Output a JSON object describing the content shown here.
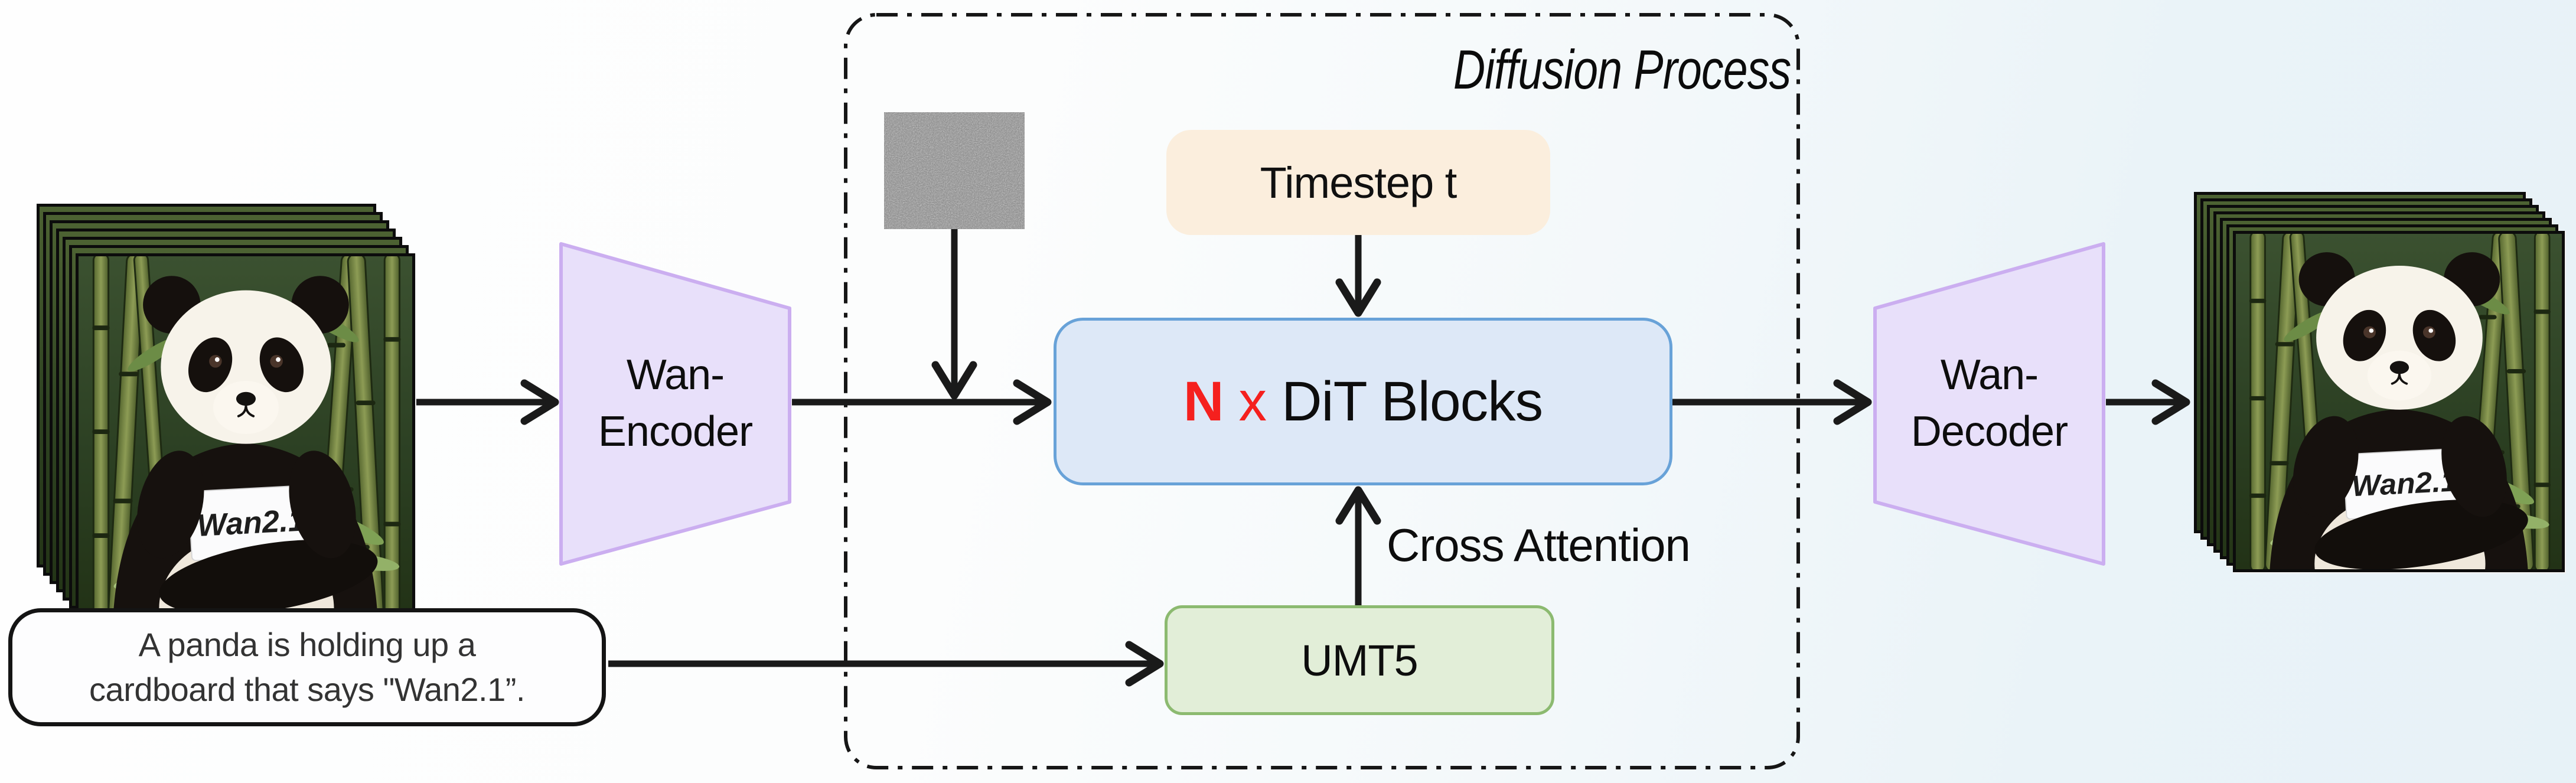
{
  "title": "Diffusion Process",
  "prompt_box": {
    "line1": "A panda is holding up a",
    "line2": "cardboard that says \"Wan2.1”."
  },
  "encoder": {
    "line1": "Wan-",
    "line2": "Encoder"
  },
  "decoder": {
    "line1": "Wan-",
    "line2": "Decoder"
  },
  "timestep": {
    "label": "Timestep t"
  },
  "dit": {
    "n": "N",
    "times": "x",
    "label": "DiT Blocks"
  },
  "umt5": {
    "label": "UMT5"
  },
  "cross_attention": {
    "label": "Cross Attention"
  },
  "panda": {
    "sign_text": "Wan2.1"
  },
  "video_stack": {
    "frame_count": 7
  },
  "colors": {
    "timestep_fill": "#fbeedd",
    "dit_fill": "#dde8f7",
    "dit_border": "#68a2d8",
    "umt5_fill": "#e2eed8",
    "umt5_border": "#8cba70",
    "vae_fill": "#e8e0fa",
    "vae_border": "#cbaef0",
    "accent_red": "#f5201e",
    "line": "#1a1a1a"
  }
}
